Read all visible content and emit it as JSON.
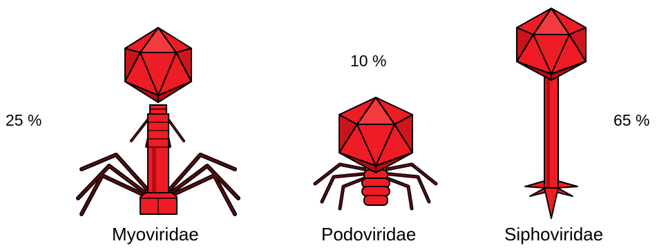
{
  "phages": [
    {
      "name": "Myoviridae",
      "share": "25 %",
      "illustration": "myovirus-contractile-tail"
    },
    {
      "name": "Podoviridae",
      "share": "10 %",
      "illustration": "podovirus-short-tail"
    },
    {
      "name": "Siphoviridae",
      "share": "65 %",
      "illustration": "siphovirus-long-noncontractile-tail"
    }
  ],
  "colors": {
    "fill": "#ee1c24",
    "dark": "#b50d12",
    "stroke": "#000000",
    "leg": "#5a0d0d"
  }
}
